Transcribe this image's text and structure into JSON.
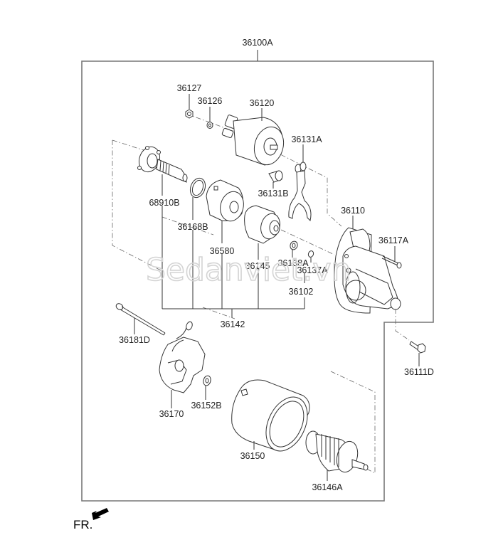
{
  "assembly": {
    "part_number": "36100A"
  },
  "parts": {
    "p36127": "36127",
    "p36126": "36126",
    "p36120": "36120",
    "p36131A": "36131A",
    "p68910B": "68910B",
    "p36131B": "36131B",
    "p36168B": "36168B",
    "p36580": "36580",
    "p36110": "36110",
    "p36117A": "36117A",
    "p36145": "36145",
    "p36138A": "36138A",
    "p36137A": "36137A",
    "p36102": "36102",
    "p36142": "36142",
    "p36181D": "36181D",
    "p36111D": "36111D",
    "p36170": "36170",
    "p36152B": "36152B",
    "p36150": "36150",
    "p36146A": "36146A"
  },
  "direction_marker": {
    "label": "FR.",
    "icon": "front-arrow-icon"
  },
  "watermark": "Sedanviet.vn"
}
